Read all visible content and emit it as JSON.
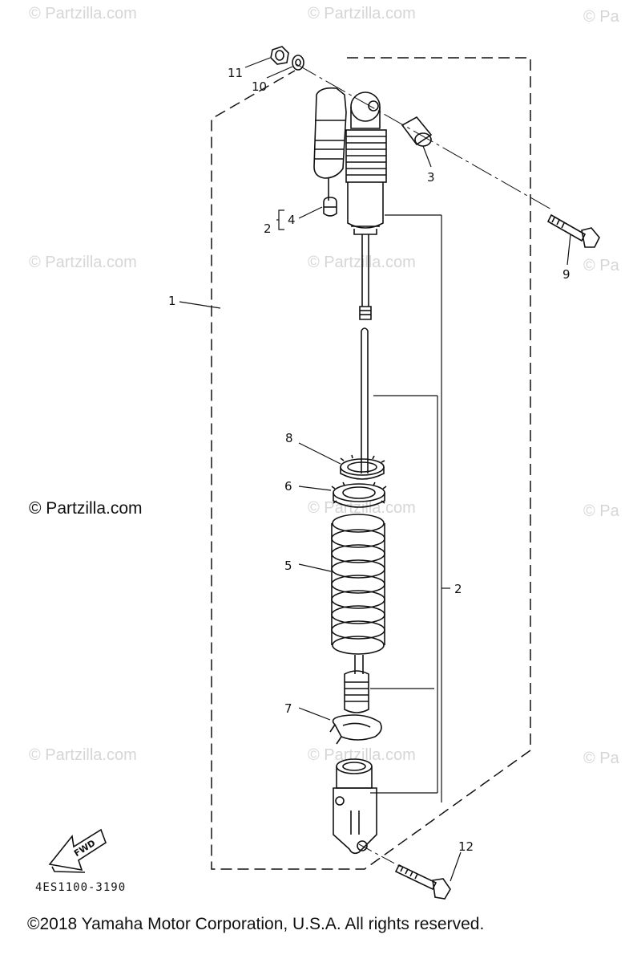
{
  "watermark": {
    "text": "© Partzilla.com",
    "short": "© Pa"
  },
  "callouts": {
    "c1": "1",
    "c2a": "2",
    "c2b": "2",
    "c3": "3",
    "c4": "4",
    "c5": "5",
    "c6": "6",
    "c7": "7",
    "c8": "8",
    "c9": "9",
    "c10": "10",
    "c11": "11",
    "c12": "12"
  },
  "fwd_label": "FWD",
  "diagram_code": "4ES1100-3190",
  "copyright": "©2018 Yamaha Motor Corporation, U.S.A. All rights reserved.",
  "colors": {
    "ink": "#111111",
    "watermark": "#d6d6d6",
    "background": "#ffffff"
  }
}
